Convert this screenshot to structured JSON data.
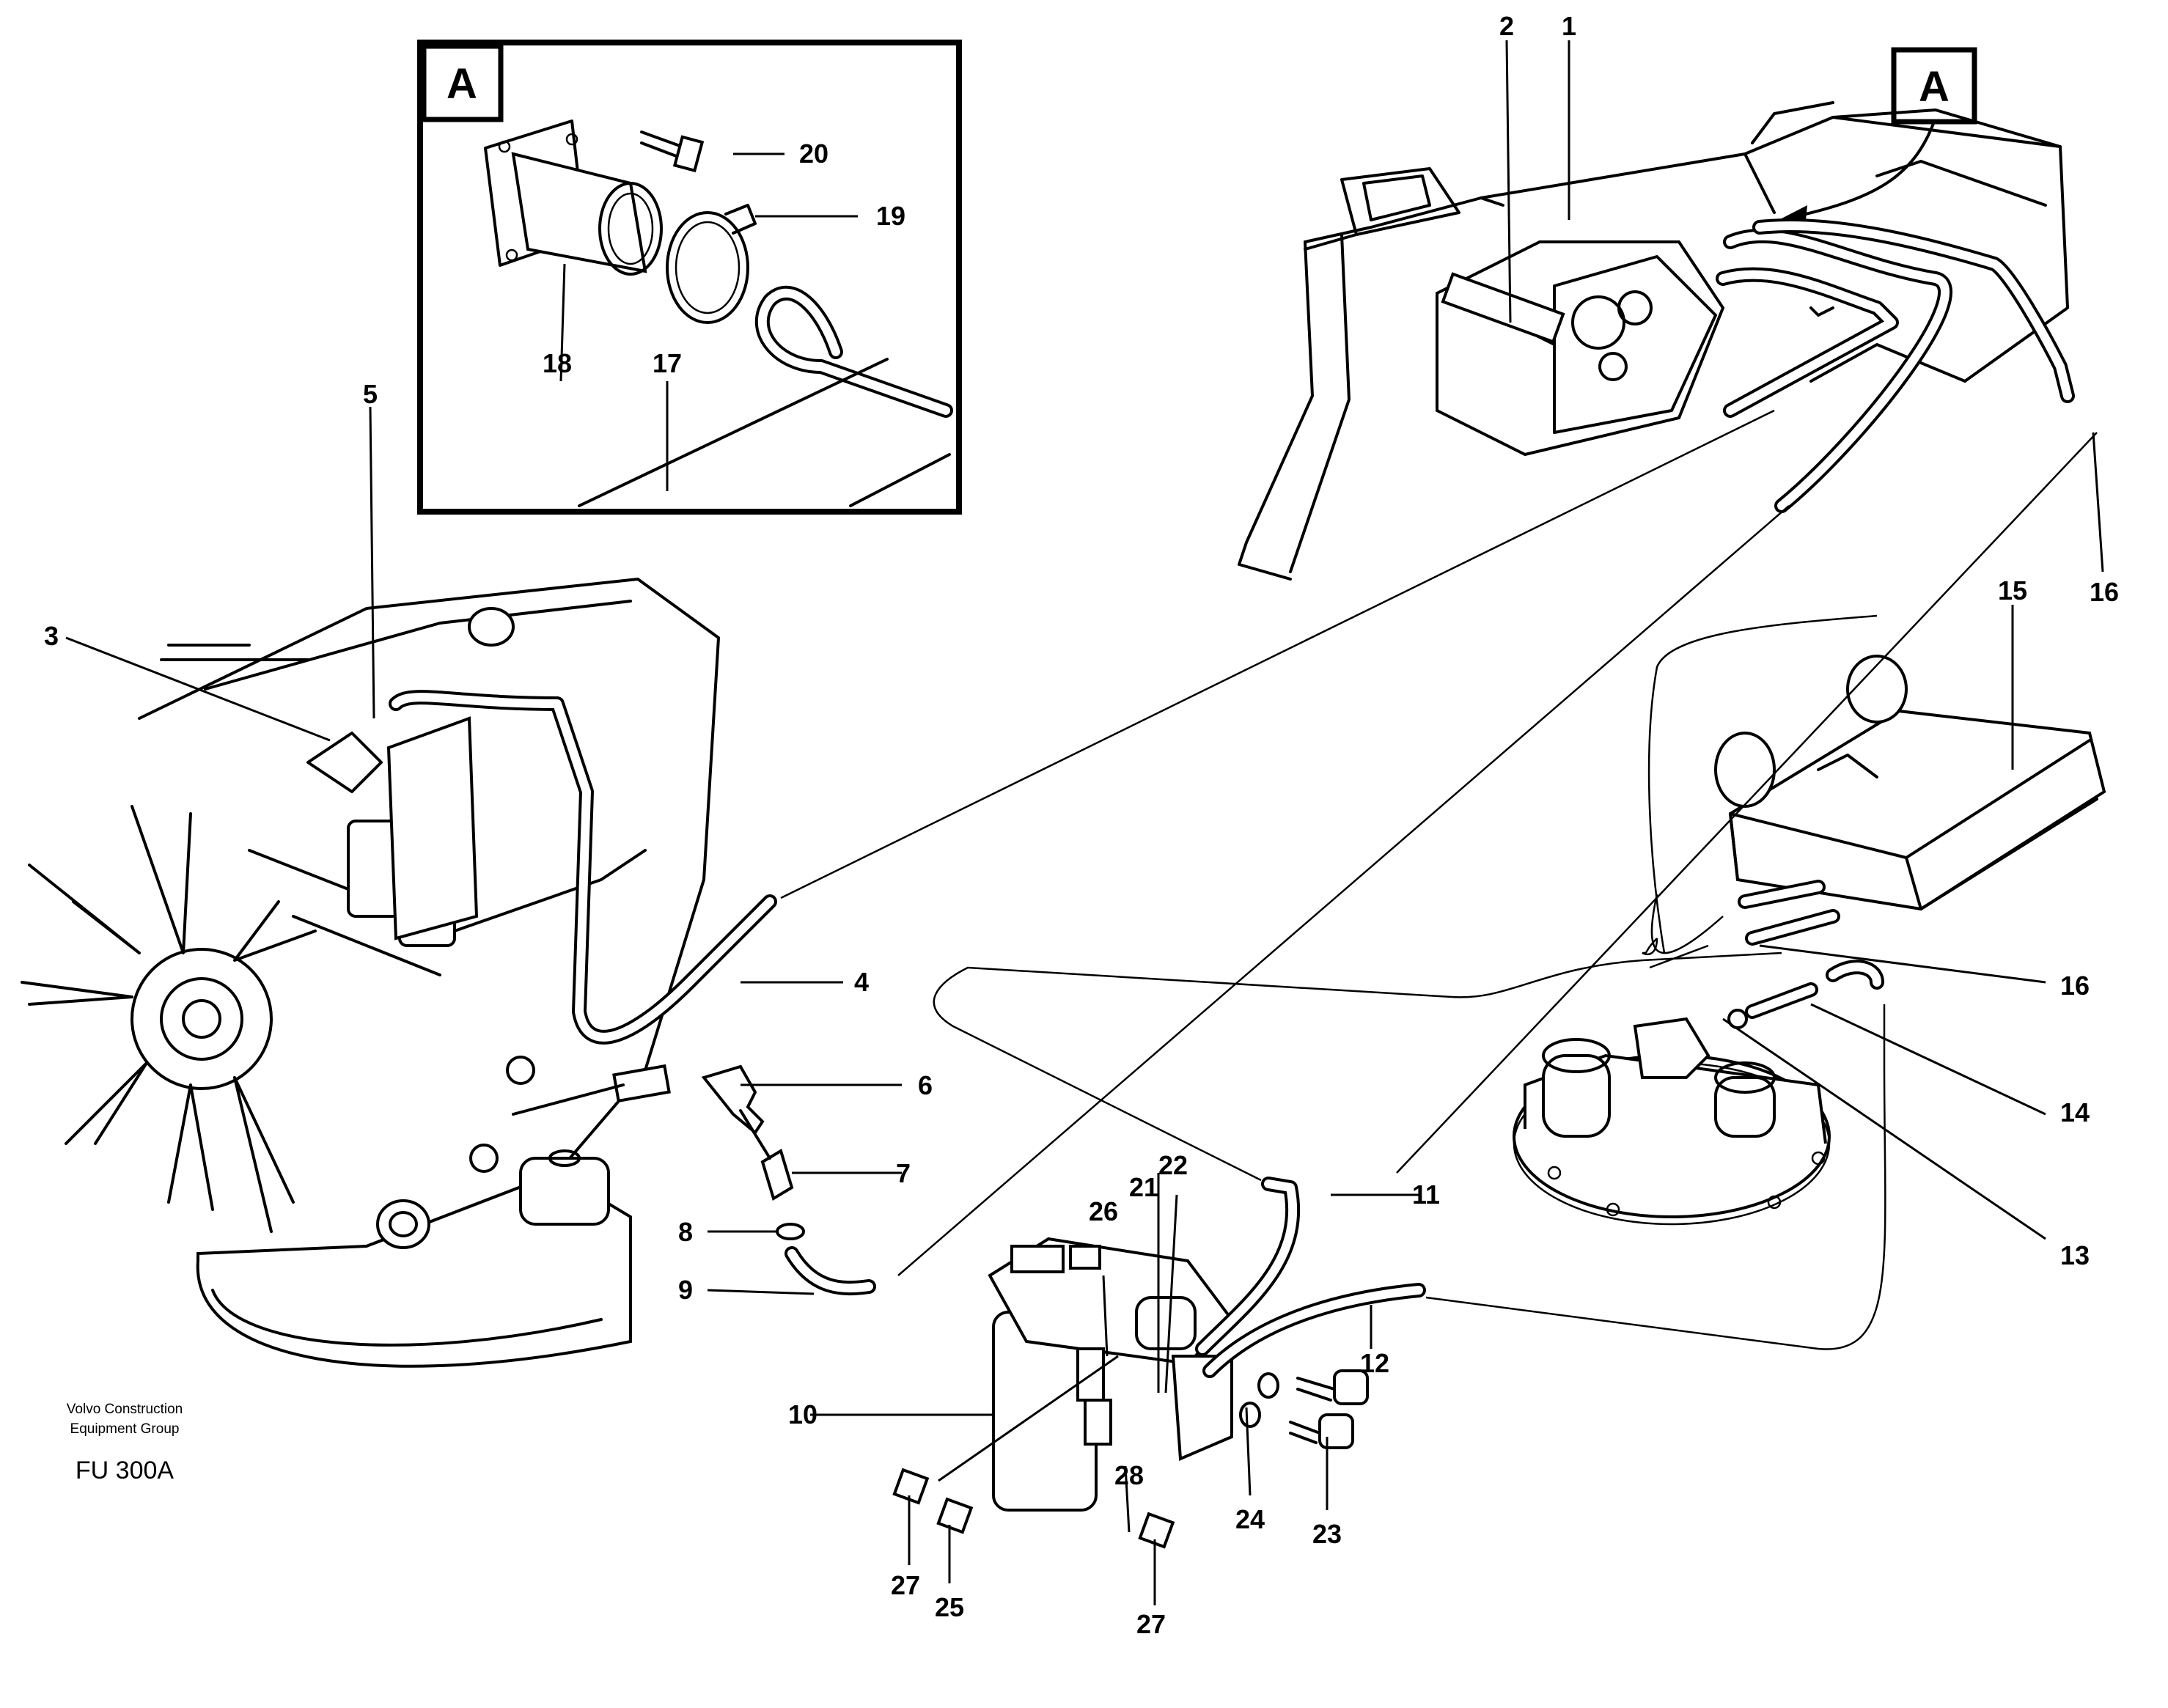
{
  "detail": {
    "letter": "A"
  },
  "callout": {
    "letter": "A"
  },
  "parts": [
    "1",
    "2",
    "3",
    "4",
    "5",
    "6",
    "7",
    "8",
    "9",
    "10",
    "11",
    "12",
    "13",
    "14",
    "15",
    "16",
    "16",
    "17",
    "18",
    "19",
    "20",
    "21",
    "22",
    "23",
    "24",
    "25",
    "26",
    "27",
    "27",
    "28"
  ],
  "footer": {
    "line1": "Volvo Construction",
    "line2": "Equipment Group",
    "code": "FU 300A"
  }
}
